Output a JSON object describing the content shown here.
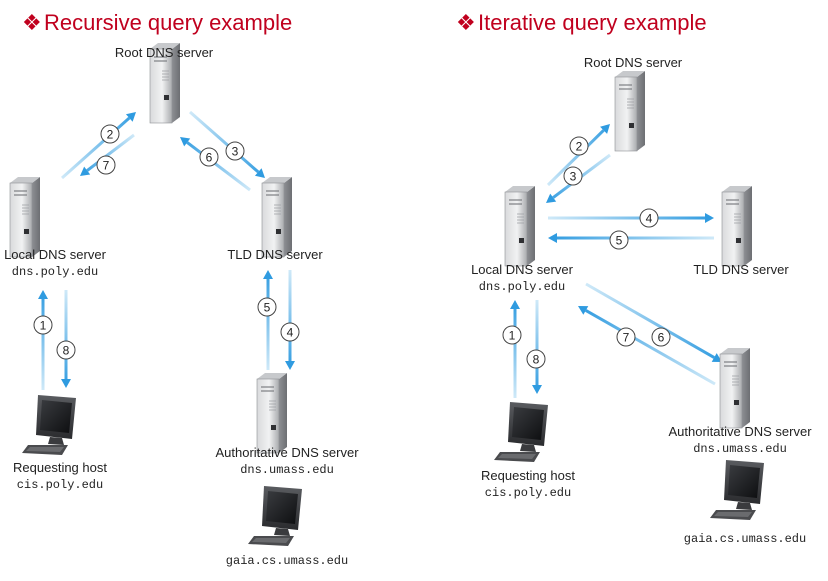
{
  "recursive": {
    "title": "Recursive query example",
    "root_label": "Root DNS server",
    "local_label": "Local DNS server",
    "local_host": "dns.poly.edu",
    "tld_label": "TLD DNS server",
    "auth_label": "Authoritative DNS server",
    "auth_host": "dns.umass.edu",
    "requesting_label": "Requesting host",
    "requesting_host": "cis.poly.edu",
    "target_host": "gaia.cs.umass.edu",
    "steps": [
      "1",
      "2",
      "3",
      "4",
      "5",
      "6",
      "7",
      "8"
    ]
  },
  "iterative": {
    "title": "Iterative query example",
    "root_label": "Root DNS server",
    "local_label": "Local DNS server",
    "local_host": "dns.poly.edu",
    "tld_label": "TLD DNS server",
    "auth_label": "Authoritative DNS server",
    "auth_host": "dns.umass.edu",
    "requesting_label": "Requesting host",
    "requesting_host": "cis.poly.edu",
    "target_host": "gaia.cs.umass.edu",
    "steps": [
      "1",
      "2",
      "3",
      "4",
      "5",
      "6",
      "7",
      "8"
    ]
  },
  "colors": {
    "title": "#c0001e",
    "arrow": "#2f9be0",
    "arrow_fade": "#cfe9f8"
  }
}
